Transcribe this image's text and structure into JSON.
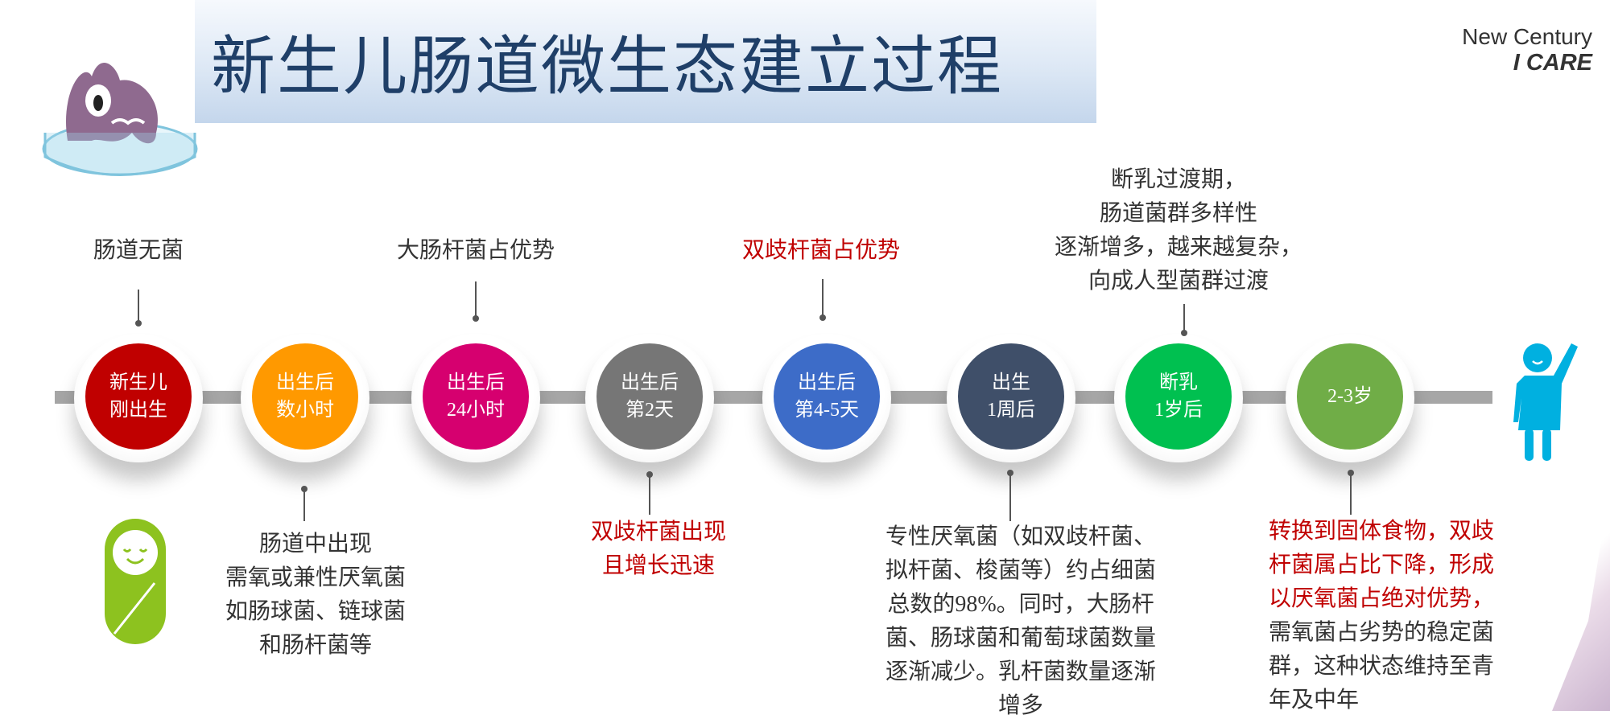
{
  "title": "新生儿肠道微生态建立过程",
  "logo": {
    "line1": "New Century",
    "line2": "I CARE"
  },
  "colors": {
    "title": "#1f3f68",
    "highlight": "#c00000",
    "timeline": "#a6a6a6",
    "person": "#00b0e0",
    "baby": "#8dc21f"
  },
  "stages": [
    {
      "label": "新生儿\n刚出生",
      "color": "#c00000"
    },
    {
      "label": "出生后\n数小时",
      "color": "#ff9900"
    },
    {
      "label": "出生后\n24小时",
      "color": "#d6006f"
    },
    {
      "label": "出生后\n第2天",
      "color": "#767676"
    },
    {
      "label": "出生后\n第4-5天",
      "color": "#3d6cc8"
    },
    {
      "label": "出生\n1周后",
      "color": "#3f4f69"
    },
    {
      "label": "断乳\n1岁后",
      "color": "#00c050"
    },
    {
      "label": "2-3岁",
      "color": "#70ad47"
    }
  ],
  "top_notes": {
    "n0": "肠道无菌",
    "n2": "大肠杆菌占优势",
    "n4": "双歧杆菌占优势",
    "n6": [
      "断乳过渡期，",
      "肠道菌群多样性",
      "逐渐增多，越来越复杂，",
      "向成人型菌群过渡"
    ]
  },
  "bottom_notes": {
    "n1": [
      "肠道中出现",
      "需氧或兼性厌氧菌",
      "如肠球菌、链球菌",
      "和肠杆菌等"
    ],
    "n3": [
      "双歧杆菌出现",
      "且增长迅速"
    ],
    "n5": [
      "专性厌氧菌（如双歧杆菌、",
      "拟杆菌、梭菌等）约占细菌",
      "总数的98%。同时，大肠杆",
      "菌、肠球菌和葡萄球菌数量",
      "逐渐减少。乳杆菌数量逐渐",
      "增多"
    ],
    "n7_red": [
      "转换到固体食物，双歧",
      "杆菌属占比下降，形成",
      "以厌氧菌占绝对优势，"
    ],
    "n7": [
      "需氧菌占劣势的稳定菌",
      "群，这种状态维持至青",
      "年及中年"
    ]
  }
}
